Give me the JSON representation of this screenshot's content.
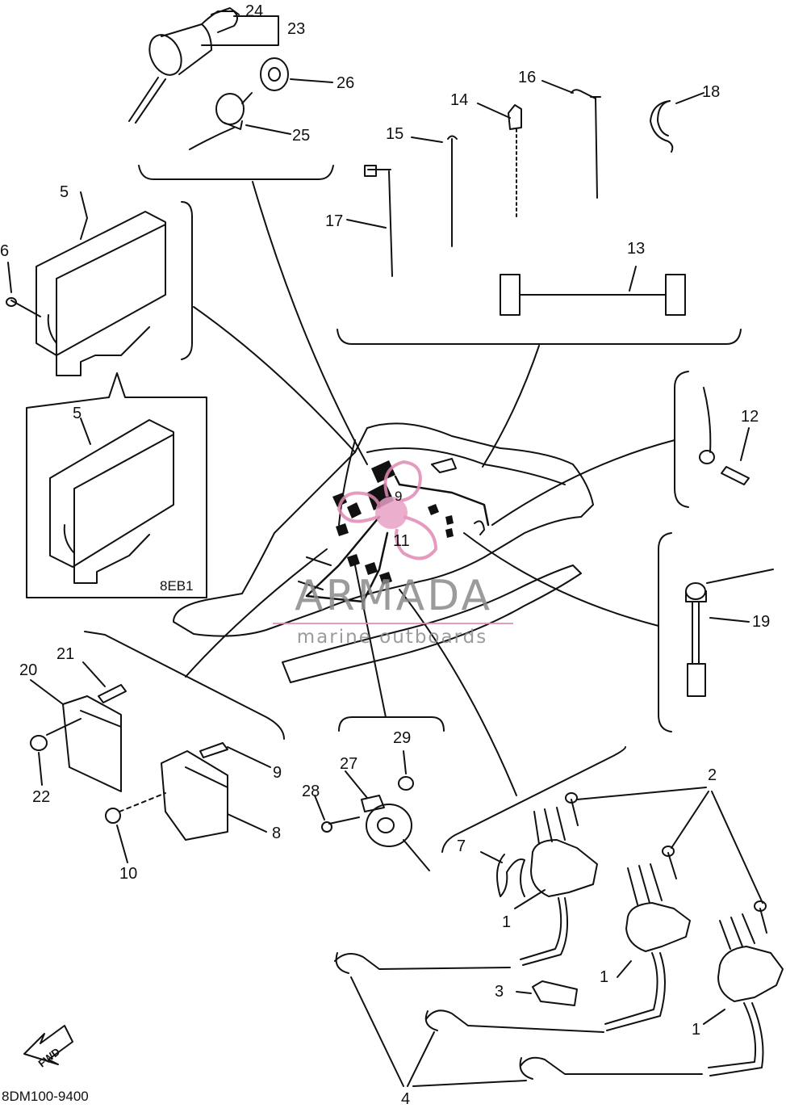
{
  "diagram": {
    "part_numbers": {
      "n1a": "1",
      "n1b": "1",
      "n1c": "1",
      "n2": "2",
      "n3": "3",
      "n4": "4",
      "n5a": "5",
      "n5b": "5",
      "n6": "6",
      "n7": "7",
      "n8": "8",
      "n9a": "9",
      "n9b": "9",
      "n10": "10",
      "n11": "11",
      "n12": "12",
      "n13": "13",
      "n14": "14",
      "n15": "15",
      "n16": "16",
      "n17": "17",
      "n18": "18",
      "n19": "19",
      "n20": "20",
      "n21": "21",
      "n22": "22",
      "n23": "23",
      "n24": "24",
      "n25": "25",
      "n26": "26",
      "n27": "27",
      "n28": "28",
      "n29": "29"
    },
    "variant_code": "8EB1",
    "drawing_code": "8DM100-9400",
    "fwd_label": "FWD"
  },
  "watermark": {
    "brand": "ARMADA",
    "tagline": "marine outboards",
    "accent_color": "#e08ab4"
  }
}
